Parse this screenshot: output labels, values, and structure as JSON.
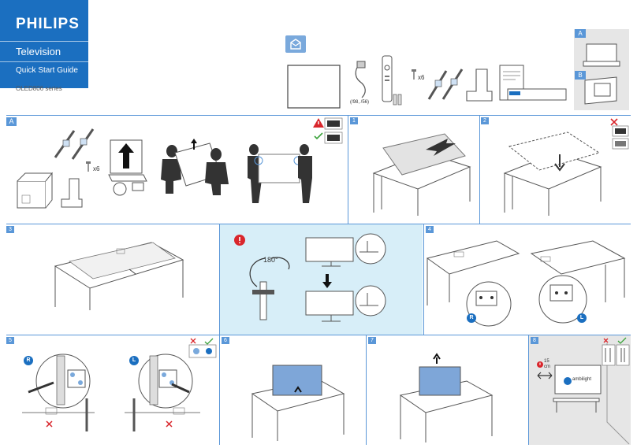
{
  "brand": {
    "logo": "PHILIPS",
    "product": "Television",
    "guide": "Quick Start Guide",
    "series": "OLED806 series"
  },
  "box_contents": {
    "power_cord_note": "(/98, /56)",
    "screws_qty": "x6"
  },
  "side_options": [
    "A",
    "B"
  ],
  "sections": {
    "a": {
      "label": "A",
      "screws_qty": "x6"
    },
    "s1": {
      "label": "1"
    },
    "s2": {
      "label": "2"
    },
    "s3": {
      "label": "3"
    },
    "s3b": {
      "rotation": "180°"
    },
    "s4": {
      "label": "4",
      "left_badge": "R",
      "right_badge": "L"
    },
    "s5": {
      "label": "5",
      "left_badge": "R",
      "right_badge": "L"
    },
    "s6": {
      "label": "6"
    },
    "s7": {
      "label": "7"
    },
    "s8": {
      "label": "8",
      "distance": "15",
      "distance_unit": "cm",
      "brand_text": "ambilight"
    }
  },
  "colors": {
    "accent": "#1b6fc0",
    "divider": "#5a97d8",
    "highlight_panel": "#d7eef8",
    "warning": "#d9262c",
    "ok": "#3aa23a",
    "panel_grey": "#e6e6e6"
  }
}
